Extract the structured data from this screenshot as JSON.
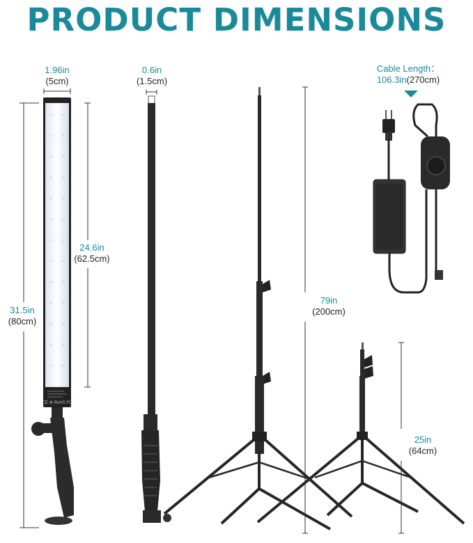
{
  "title": "PRODUCT DIMENSIONS",
  "accent_color": "#1a8a9a",
  "dimensions": {
    "light_width": {
      "in": "1.96in",
      "cm": "(5cm)"
    },
    "stick_width": {
      "in": "0.6in",
      "cm": "(1.5cm)"
    },
    "light_height": {
      "in": "24.6in",
      "cm": "(62.5cm)"
    },
    "total_height": {
      "in": "31.5in",
      "cm": "(80cm)"
    },
    "tall_stand": {
      "in": "79in",
      "cm": "(200cm)"
    },
    "short_stand": {
      "in": "25in",
      "cm": "(64cm)"
    },
    "cable": {
      "label": "Cable Length：",
      "in": "106.3in",
      "cm": "(270cm)"
    }
  },
  "panel_label": {
    "logos": "CE ♻ RoHS FC"
  },
  "icons": [
    "led-light-panel-icon",
    "handle-stick-icon",
    "tripod-stand-icon",
    "power-adapter-icon",
    "dimmer-switch-icon"
  ]
}
